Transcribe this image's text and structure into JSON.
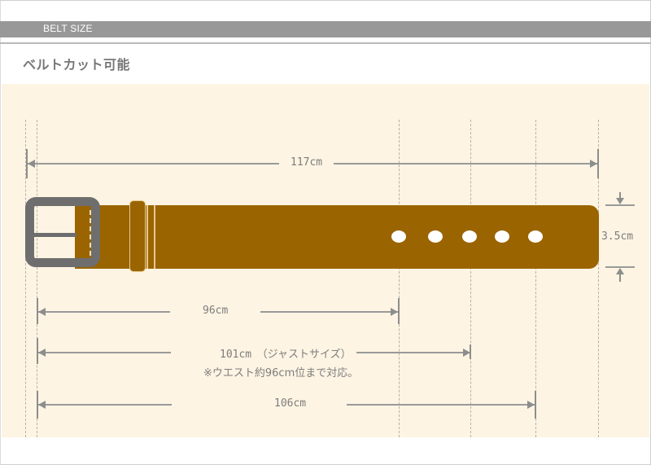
{
  "header": {
    "title": "BELT SIZE",
    "subtitle": "ベルトカット可能"
  },
  "diagram": {
    "colors": {
      "background": "#fdf4e3",
      "belt": "#9a6400",
      "buckle": "#6e6e6e",
      "header_bar": "#989898",
      "dimension_lines": "#9a9a9a",
      "text": "#7d7d7d"
    },
    "total_length": "117cm",
    "width": "3.5cm",
    "hole_count": 5,
    "measurements": [
      {
        "id": "hole1",
        "label": "96cm"
      },
      {
        "id": "hole3",
        "label": "101cm　（ジャストサイズ）",
        "note": "※ウエスト約96cm位まで対応。"
      },
      {
        "id": "hole5",
        "label": "106cm"
      }
    ]
  }
}
